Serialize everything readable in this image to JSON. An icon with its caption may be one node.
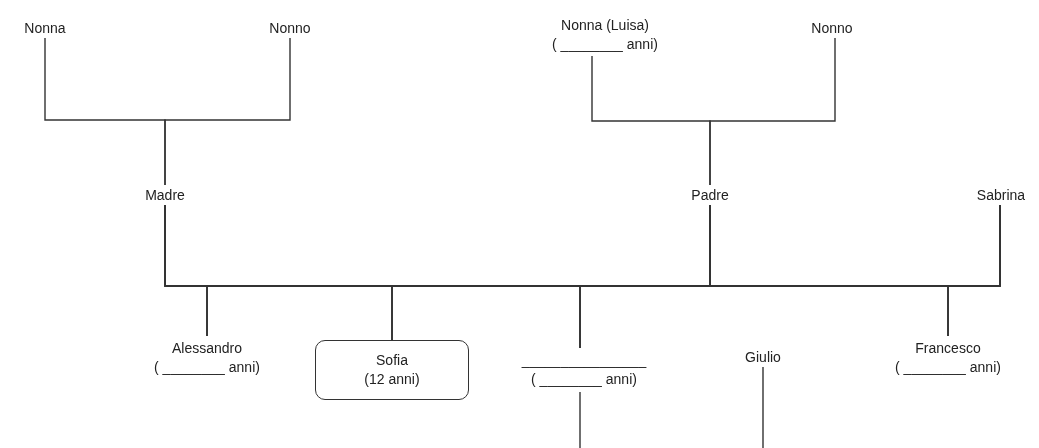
{
  "diagram": {
    "nodes": [
      {
        "text": [
          "Nonna"
        ]
      },
      {
        "text": [
          "Nonno"
        ]
      },
      {
        "text": [
          "Nonna (Luisa)",
          "( ________ anni)"
        ]
      },
      {
        "text": [
          "Nonno"
        ]
      },
      {
        "text": [
          "Madre"
        ]
      },
      {
        "text": [
          "Padre"
        ]
      },
      {
        "text": [
          "Sabrina"
        ]
      },
      {
        "text": [
          "Alessandro",
          "( ________ anni)"
        ]
      },
      {
        "text": [
          "Sofia",
          "(12 anni)"
        ]
      },
      {
        "text": [
          "________________",
          "( ________ anni)"
        ]
      },
      {
        "text": [
          "Giulio"
        ]
      },
      {
        "text": [
          "Francesco",
          "( ________ anni)"
        ]
      }
    ],
    "edges": [
      {
        "from": 0,
        "to": 4,
        "arrow": "none"
      },
      {
        "from": 1,
        "to": 4,
        "arrow": "none"
      },
      {
        "from": 2,
        "to": 5,
        "arrow": "none"
      },
      {
        "from": 3,
        "to": 5,
        "arrow": "none"
      },
      {
        "from": 4,
        "to": 7,
        "arrow": "none"
      },
      {
        "from": 4,
        "to": 8,
        "arrow": "none"
      },
      {
        "from": 4,
        "to": 9,
        "arrow": "none"
      },
      {
        "from": 4,
        "to": 11,
        "arrow": "none"
      },
      {
        "from": 5,
        "to": 7,
        "arrow": "none"
      },
      {
        "from": 5,
        "to": 8,
        "arrow": "none"
      },
      {
        "from": 5,
        "to": 9,
        "arrow": "none"
      },
      {
        "from": 5,
        "to": 11,
        "arrow": "none"
      },
      {
        "from": 6,
        "to": 7,
        "arrow": "none"
      },
      {
        "from": 6,
        "to": 8,
        "arrow": "none"
      },
      {
        "from": 6,
        "to": 9,
        "arrow": "none"
      },
      {
        "from": 6,
        "to": 11,
        "arrow": "none"
      },
      {
        "from": 9,
        "to": null,
        "arrow": "none"
      },
      {
        "from": 10,
        "to": null,
        "arrow": "none"
      }
    ]
  }
}
